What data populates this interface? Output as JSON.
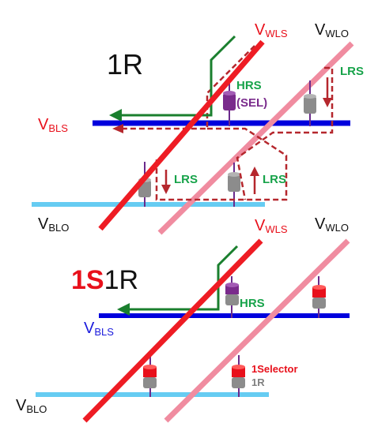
{
  "top_panel": {
    "title": "1R",
    "wl_selected": {
      "main": "V",
      "sub": "WLS"
    },
    "wl_other": {
      "main": "V",
      "sub": "WLO"
    },
    "bl_selected": {
      "main": "V",
      "sub": "BLS"
    },
    "bl_other": {
      "main": "V",
      "sub": "BLO"
    },
    "hrs_label": "HRS",
    "sel_label": "(SEL)",
    "lrs_right": "LRS",
    "lrs_bottom_left": "LRS",
    "lrs_bottom_right": "LRS"
  },
  "bottom_panel": {
    "title_red": "1S",
    "title_black": "1R",
    "wl_selected": {
      "main": "V",
      "sub": "WLS"
    },
    "wl_other": {
      "main": "V",
      "sub": "WLO"
    },
    "bl_selected": {
      "main": "V",
      "sub": "BLS"
    },
    "bl_other": {
      "main": "V",
      "sub": "BLO"
    },
    "hrs_label": "HRS",
    "legend_selector": "1Selector",
    "legend_resistor": "1R"
  },
  "colors": {
    "wl_selected": "#ee1c24",
    "wl_other": "#f08ca0",
    "bl_selected": "#0000dd",
    "bl_other": "#66ccf2",
    "current_path": "#1a7f2e",
    "sneak_path": "#b5272d",
    "hrs_cell": "#7a2b8c",
    "lrs_cell": "#8c8c8c",
    "selector": "#e8101b",
    "text_green": "#17a34a",
    "text_red": "#e8101b",
    "text_blue": "#1a1adc",
    "text_gray": "#7f7f7f"
  }
}
